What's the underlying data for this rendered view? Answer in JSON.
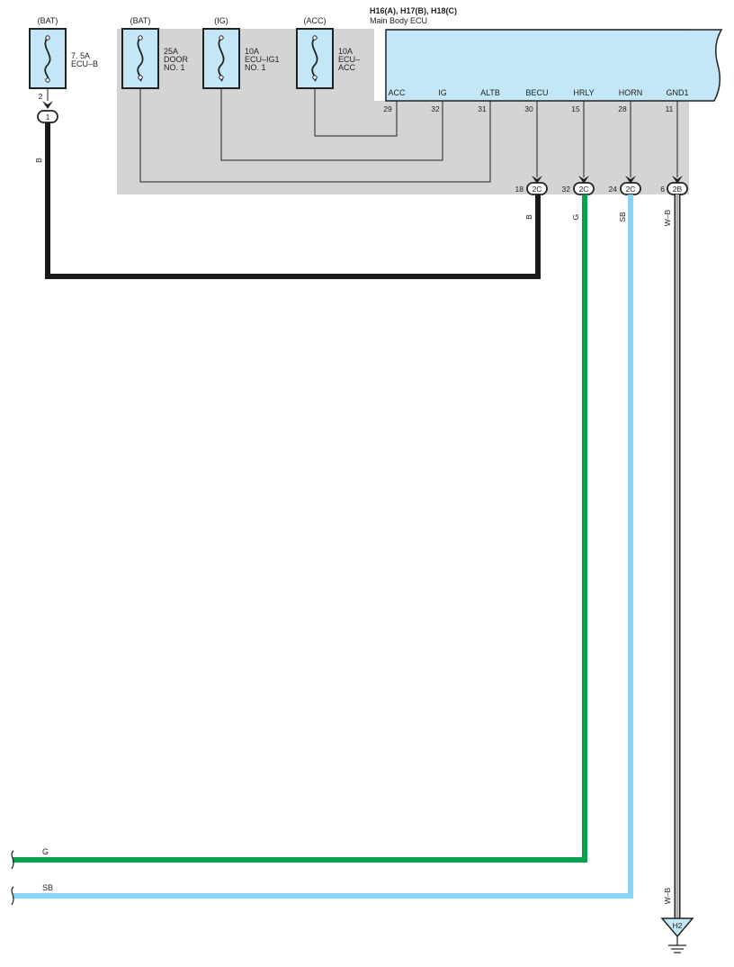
{
  "colors": {
    "wire_black": "#1b1b1b",
    "wire_green": "#0aa04f",
    "wire_skyblue": "#86d3f4",
    "relay_box": "#d4d4d4",
    "ecu_fill": "#c3e7f7",
    "fuse_fill": "#c3e7f7"
  },
  "ecu": {
    "title": "H16(A), H17(B), H18(C)",
    "subtitle": "Main Body ECU",
    "terminals": [
      {
        "name": "ACC",
        "pin": "29"
      },
      {
        "name": "IG",
        "pin": "32"
      },
      {
        "name": "ALTB",
        "pin": "31"
      },
      {
        "name": "BECU",
        "pin": "30"
      },
      {
        "name": "HRLY",
        "pin": "15"
      },
      {
        "name": "HORN",
        "pin": "28"
      },
      {
        "name": "GND1",
        "pin": "11"
      }
    ]
  },
  "fuses": [
    {
      "source": "(BAT)",
      "rating": "7. 5A",
      "name_line1": "ECU–B",
      "name_line2": ""
    },
    {
      "source": "(BAT)",
      "rating": "25A",
      "name_line1": "DOOR",
      "name_line2": "NO. 1"
    },
    {
      "source": "(IG)",
      "rating": "10A",
      "name_line1": "ECU–IG1",
      "name_line2": "NO. 1"
    },
    {
      "source": "(ACC)",
      "rating": "10A",
      "name_line1": "ECU–",
      "name_line2": "ACC"
    }
  ],
  "fuse_ecub_pin": "2",
  "fuse_ecub_connector": "1",
  "connectors": [
    {
      "pin": "18",
      "label": "2C"
    },
    {
      "pin": "32",
      "label": "2C"
    },
    {
      "pin": "24",
      "label": "2C"
    },
    {
      "pin": "6",
      "label": "2B"
    }
  ],
  "wires": {
    "fuse_out": "B",
    "becu": "B",
    "hrly": "G",
    "horn": "SB",
    "gnd": "W–B",
    "gnd_lower": "W–B",
    "left_g": "G",
    "left_sb": "SB"
  },
  "ground": {
    "label": "H2"
  }
}
